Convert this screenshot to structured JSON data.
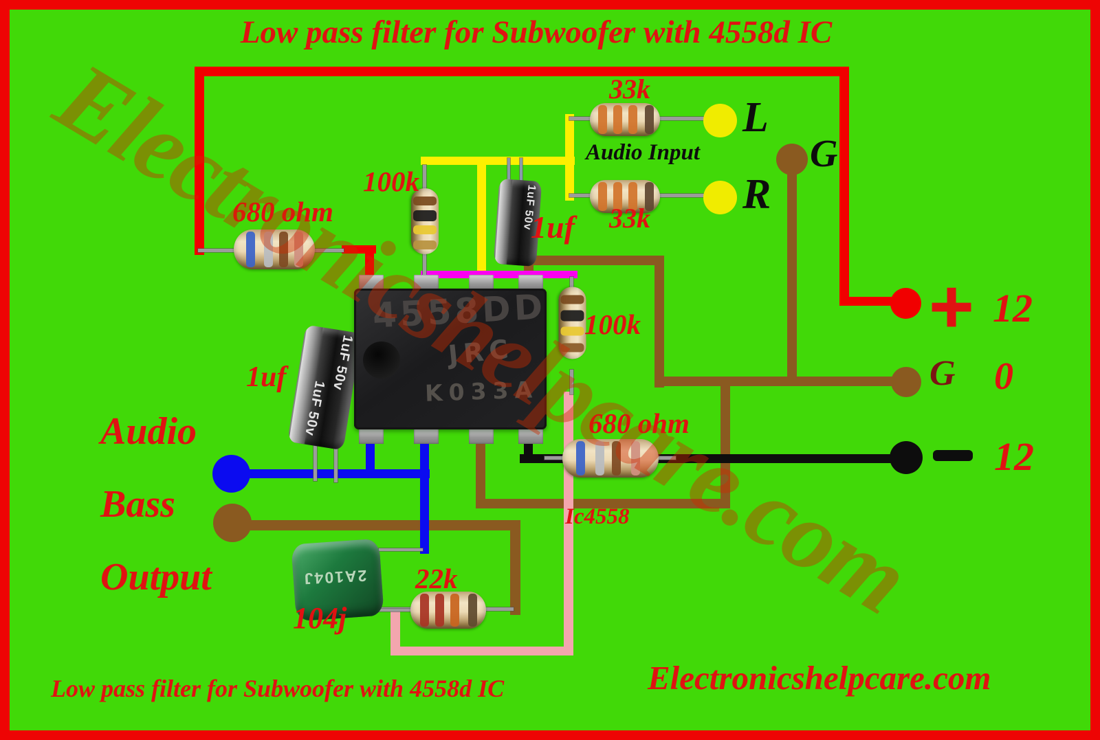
{
  "title": "Low pass filter for Subwoofer with 4558d IC",
  "watermark": "Electronicshelpcare.com",
  "audio_input": {
    "r_top_label": "33k",
    "r_bottom_label": "33k",
    "caption": "Audio Input",
    "left": "L",
    "right": "R",
    "ground": "G"
  },
  "components": {
    "r680_left": "680 ohm",
    "r680_right": "680 ohm",
    "r100k_left": "100k",
    "r100k_right": "100k",
    "r22k": "22k",
    "cap_top": "1uf",
    "cap_left": "1uf",
    "cap_value": "1uF",
    "cap_voltage": "50v",
    "film_label": "104j",
    "film_marking": "2A104J",
    "ic_caption": "Ic4558",
    "ic_line1": "4558DD",
    "ic_line2": "JRC",
    "ic_line3": "K033A"
  },
  "power": {
    "plus": "+",
    "plus_value": "12",
    "ground": "G",
    "ground_value": "0",
    "minus": "−",
    "minus_value": "12"
  },
  "output": {
    "line1": "Audio",
    "line2": "Bass",
    "line3": "Output"
  },
  "footer": {
    "left": "Low pass filter for Subwoofer with 4558d IC",
    "right": "Electronicshelpcare.com"
  },
  "colors": {
    "background": "#41d908",
    "frame_red": "#ee0404",
    "text_red": "#e01212",
    "wire_red": "#f10000",
    "wire_yellow": "#fdf000",
    "wire_magenta": "#fb00f0",
    "wire_brown": "#8a5a20",
    "wire_blue": "#0b0bf0",
    "wire_black": "#0d0d0d",
    "wire_pink": "#f3a6ae"
  }
}
